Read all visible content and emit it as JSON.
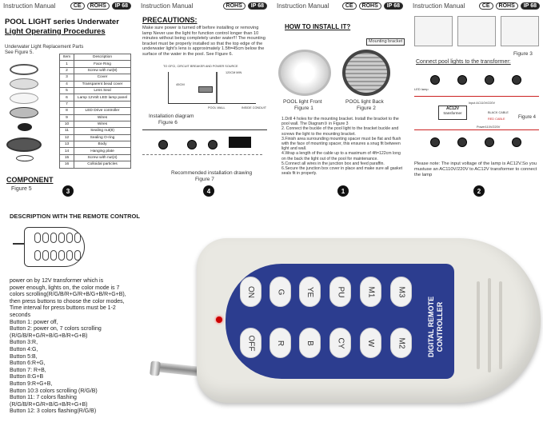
{
  "header": {
    "label": "Instruction Manual",
    "rohs": "ROHS",
    "ip": "IP 68",
    "ce": "CE"
  },
  "panel1": {
    "title_line1": "POOL LIGHT series Underwater",
    "title_line2": "Light  Operating Procedures",
    "subtitle_line1": "Underwater Light Replacement Parts",
    "subtitle_line2": "See Figure 5.",
    "table_headers": [
      "Item",
      "Description"
    ],
    "parts": [
      [
        "1",
        "Face Ring"
      ],
      [
        "2",
        "Screw with nut(8)"
      ],
      [
        "3",
        "Cover"
      ],
      [
        "4",
        "Transparent bead cover"
      ],
      [
        "5",
        "Lens Seal"
      ],
      [
        "6",
        "Lamp 12Volt LED lamp panel"
      ],
      [
        "7",
        ""
      ],
      [
        "8",
        "LED Drive controller"
      ],
      [
        "9",
        "Wires"
      ],
      [
        "10",
        "Wires"
      ],
      [
        "11",
        "Sealing nut(8)"
      ],
      [
        "12",
        "Sealing O-ring"
      ],
      [
        "13",
        "Body"
      ],
      [
        "14",
        "Hanging plate"
      ],
      [
        "15",
        "Screw with nut(4)"
      ],
      [
        "16",
        "Colloidal particles"
      ]
    ],
    "component_label": "COMPONENT",
    "figure_label": "Figure 5",
    "page": "3"
  },
  "panel2": {
    "title": "PRECAUTIONS:",
    "text": "Make sure power is turned off before installing or removing lamp Never use the light for function control longer than 10 minutes without being completely under water!!! The mounting bracket must be properly installed so that the top edge of the underwater light's lens is approximately 1.5ft=45cm below the surface of the water in the pool. See Figure 6.",
    "diagram_label_top": "TO GFCI, CIRCUIT BREAKER AND POWER SOURCE",
    "dim_label": "120CM MIN",
    "dim_label2": "45CM",
    "install_label": "Installation diagram",
    "figure6": "Figure 6",
    "pool_wall": "POOL WALL",
    "conduit": "INSIDE CONDUIT",
    "rec_label": "Recommended installation drawing",
    "figure7": "Figure 7",
    "page": "4"
  },
  "panel3": {
    "title": "HOW TO INSTALL IT?",
    "bracket_label": "Mounting bracket",
    "front_label": "POOL light Front",
    "figure1": "Figure 1",
    "back_label": "POOL light Back",
    "figure2": "Figure 2",
    "steps": [
      "1.Drill 4 holes for the mounting bracket. Install the bracket to the pool wall. The Diagram③ in Figure 3",
      "2. Connect the buckle of the pool light to the bracket buckle and screws the light to the mounting bracket.",
      "3.Finish area surrounding mounting spacer must be flat and flush with the face of mounting spacer, this ensures a snug fit between light and wall.",
      "4.Wrap a length of the cable up to a maximum of 4ft=122cm long on the back the light out of the pool for maintenance.",
      "5.Connect all wires in the junction box and feed paraffin.",
      "6.Secure the junction box cover in place and make sure all gasket seals fit in properly."
    ],
    "page": "1"
  },
  "panel4": {
    "figure3": "Figure 3",
    "connect_title": "Connect pool lights to the transformer:",
    "led_lamp": "LED lamp",
    "transformer_line1": "AC12V",
    "transformer_line2": "transformer",
    "input_label": "Input AC110V/220V",
    "black_cable": "BLACK CABLE",
    "red_cable": "RED CABLE",
    "power_label": "Power110V/220V",
    "figure4": "Figure 4",
    "note": "Please note: The input voltage of the lamp is AC12V.So you mustuse an AC110V/220V to AC12V transformer to connect the lamp",
    "page": "2"
  },
  "remote_desc": {
    "title": "DESCRIPTION WITH THE REMOTE CONTROL",
    "lines": [
      "power on by 12V transformer which is",
      "power enough, lights on, the color mode is 7",
      "colors scrolling(R/G/B/R+G/R+B/G+B/R+G+B),",
      "then press buttons to choose the color modes,",
      "Time interval for press buttons must be 1-2",
      "seconds",
      "Button 1: power off,",
      "Button  2: power on, 7 colors scrolling",
      "(R/G/B/R+G/R+B/G+B/R+G+B)",
      "Button 3:R,",
      "Button 4:G,",
      "Button 5:B,",
      "Button 6:R+G,",
      "Button 7: R+B,",
      "Button 8:G+B",
      "Button 9:R+G+B,",
      "Button 10:3 colors scrolling (R/G/B)",
      "Button  11:  7 colors flashing",
      "(R/G/B/R+G/R+B/G+B/R+G+B)",
      "Button  12:  3 colors flashing(R/G/B)"
    ]
  },
  "remote": {
    "top_row": [
      "ON",
      "G",
      "YE",
      "PU",
      "M1",
      "M3"
    ],
    "bottom_row": [
      "OFF",
      "R",
      "B",
      "CY",
      "W",
      "M2"
    ],
    "brand_line1": "DIGITAL REMOTE",
    "brand_line2": "CONTROLLER",
    "body_color": "#e9e8e2",
    "panel_color": "#2c3d8f"
  }
}
